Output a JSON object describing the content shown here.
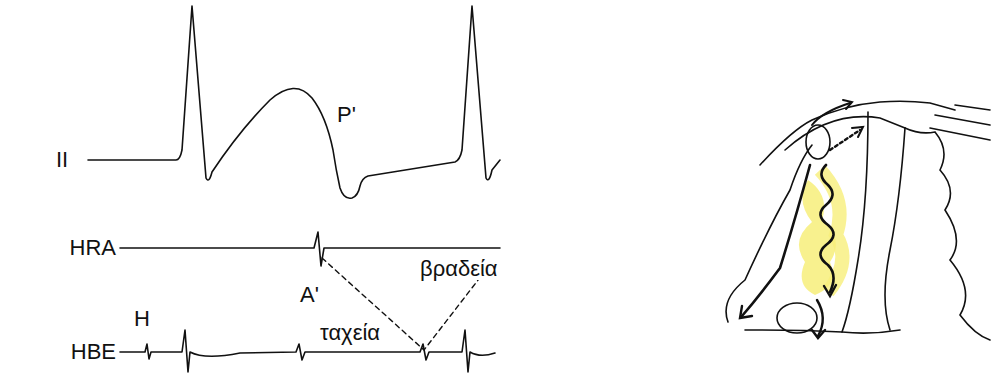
{
  "diagram": {
    "labels": [
      "II",
      "P'",
      "HRA",
      "A'",
      "βραδεία",
      "H",
      "HBE",
      "ταχεία"
    ]
  }
}
